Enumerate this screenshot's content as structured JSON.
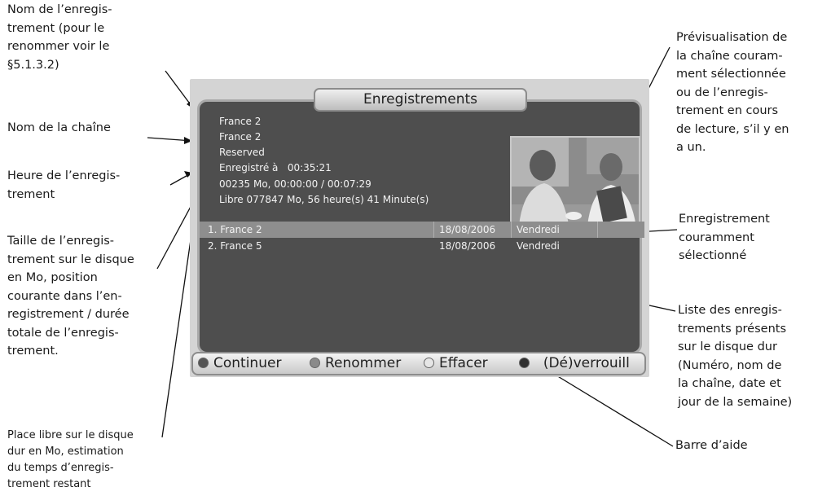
{
  "annotations": {
    "recording_name": [
      "Nom de l’enregis-",
      "trement (pour le",
      "renommer voir le",
      "§5.1.3.2)"
    ],
    "channel_name": [
      "Nom de la chaîne"
    ],
    "record_time": [
      "Heure de l’enregis-",
      "trement"
    ],
    "record_size": [
      "Taille de l’enregis-",
      "trement sur le disque",
      "en Mo, position",
      "courante dans l’en-",
      "registrement / durée",
      "totale de l’enregis-",
      "trement."
    ],
    "free_space": [
      "Place libre sur le disque",
      "dur en Mo, estimation",
      "du temps d’enregis-",
      "trement restant"
    ],
    "preview": [
      "Prévisualisation de",
      "la chaîne couram-",
      "ment sélectionnée",
      "ou de l’enregis-",
      "trement en cours",
      "de lecture, s’il y en",
      "a un."
    ],
    "current_recording": [
      "Enregistrement",
      "couramment",
      "sélectionné"
    ],
    "list": [
      "Liste des enregis-",
      "trements présents",
      "sur le disque dur",
      "(Numéro, nom de",
      "la chaîne, date et",
      "jour de la semaine)"
    ],
    "help_bar": [
      "Barre d’aide"
    ]
  },
  "screen": {
    "title": "Enregistrements",
    "info": {
      "recording_name": "France 2",
      "channel": "France 2",
      "status": "Reserved",
      "recorded_label": "Enregistré à",
      "recorded_time": "00:35:21",
      "size_position": "00235 Mo, 00:00:00 / 00:07:29",
      "free": "Libre 077847 Mo, 56 heure(s) 41 Minute(s)"
    },
    "recordings": [
      {
        "name": "1. France 2",
        "date": "18/08/2006",
        "day": "Vendredi",
        "selected": true
      },
      {
        "name": "2. France 5",
        "date": "18/08/2006",
        "day": "Vendredi",
        "selected": false
      }
    ],
    "help": [
      {
        "label": "Continuer",
        "color": "#555555"
      },
      {
        "label": "Renommer",
        "color": "#8a8a8a"
      },
      {
        "label": "Effacer",
        "color": "#e6e6e6"
      },
      {
        "label": "(Dé)verrouill",
        "color": "#303030"
      }
    ]
  }
}
